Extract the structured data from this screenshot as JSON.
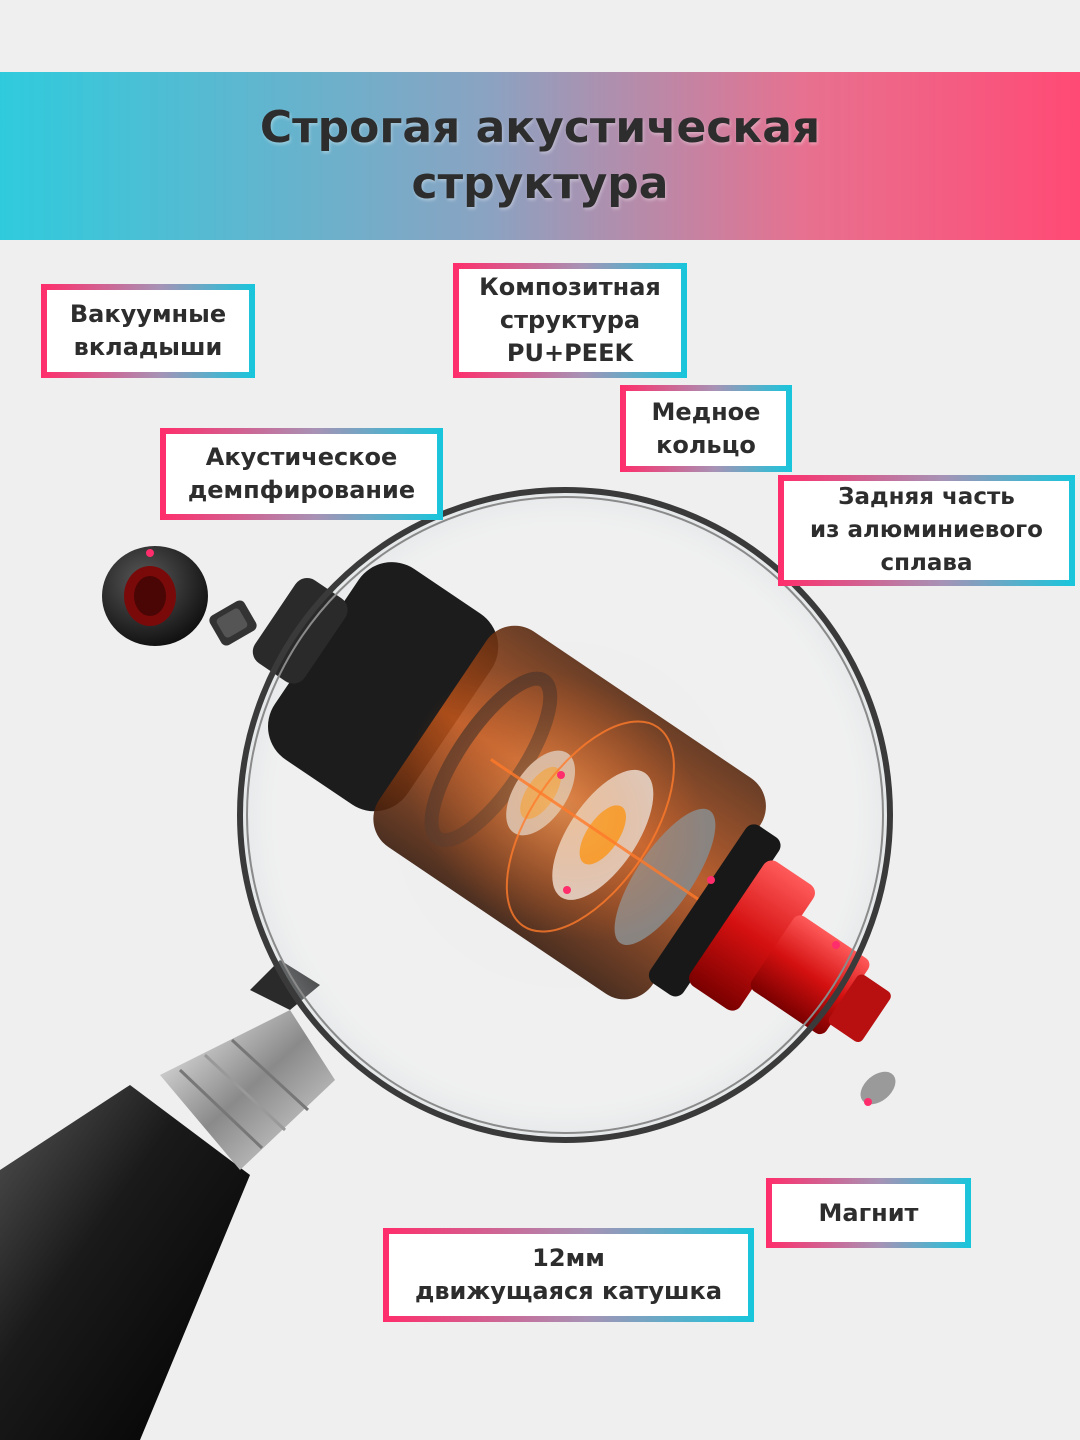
{
  "header": {
    "title_line1": "Строгая акустическая",
    "title_line2": "структура"
  },
  "labels": {
    "vacuum_tips": [
      "Вакуумные",
      "вкладыши"
    ],
    "acoustic_damping": [
      "Акустическое",
      "демпфирование"
    ],
    "composite_structure": [
      "Композитная",
      "структура",
      "PU+PEEK"
    ],
    "copper_ring": [
      "Медное",
      "кольцо"
    ],
    "aluminum_back": [
      "Задняя часть",
      "из алюминиевого",
      "сплава"
    ],
    "magnet": [
      "Магнит"
    ],
    "moving_coil": [
      "12мм",
      "движущаяся катушка"
    ]
  },
  "colors": {
    "banner_left": "#2fcbdd",
    "banner_right": "#ff4a75",
    "label_border_pink": "#ff2d6b",
    "label_border_cyan": "#17c6dc"
  },
  "icons": {
    "magnifier": "magnifying-glass-illustration",
    "earphone": "earphone-exploded-view-illustration"
  }
}
